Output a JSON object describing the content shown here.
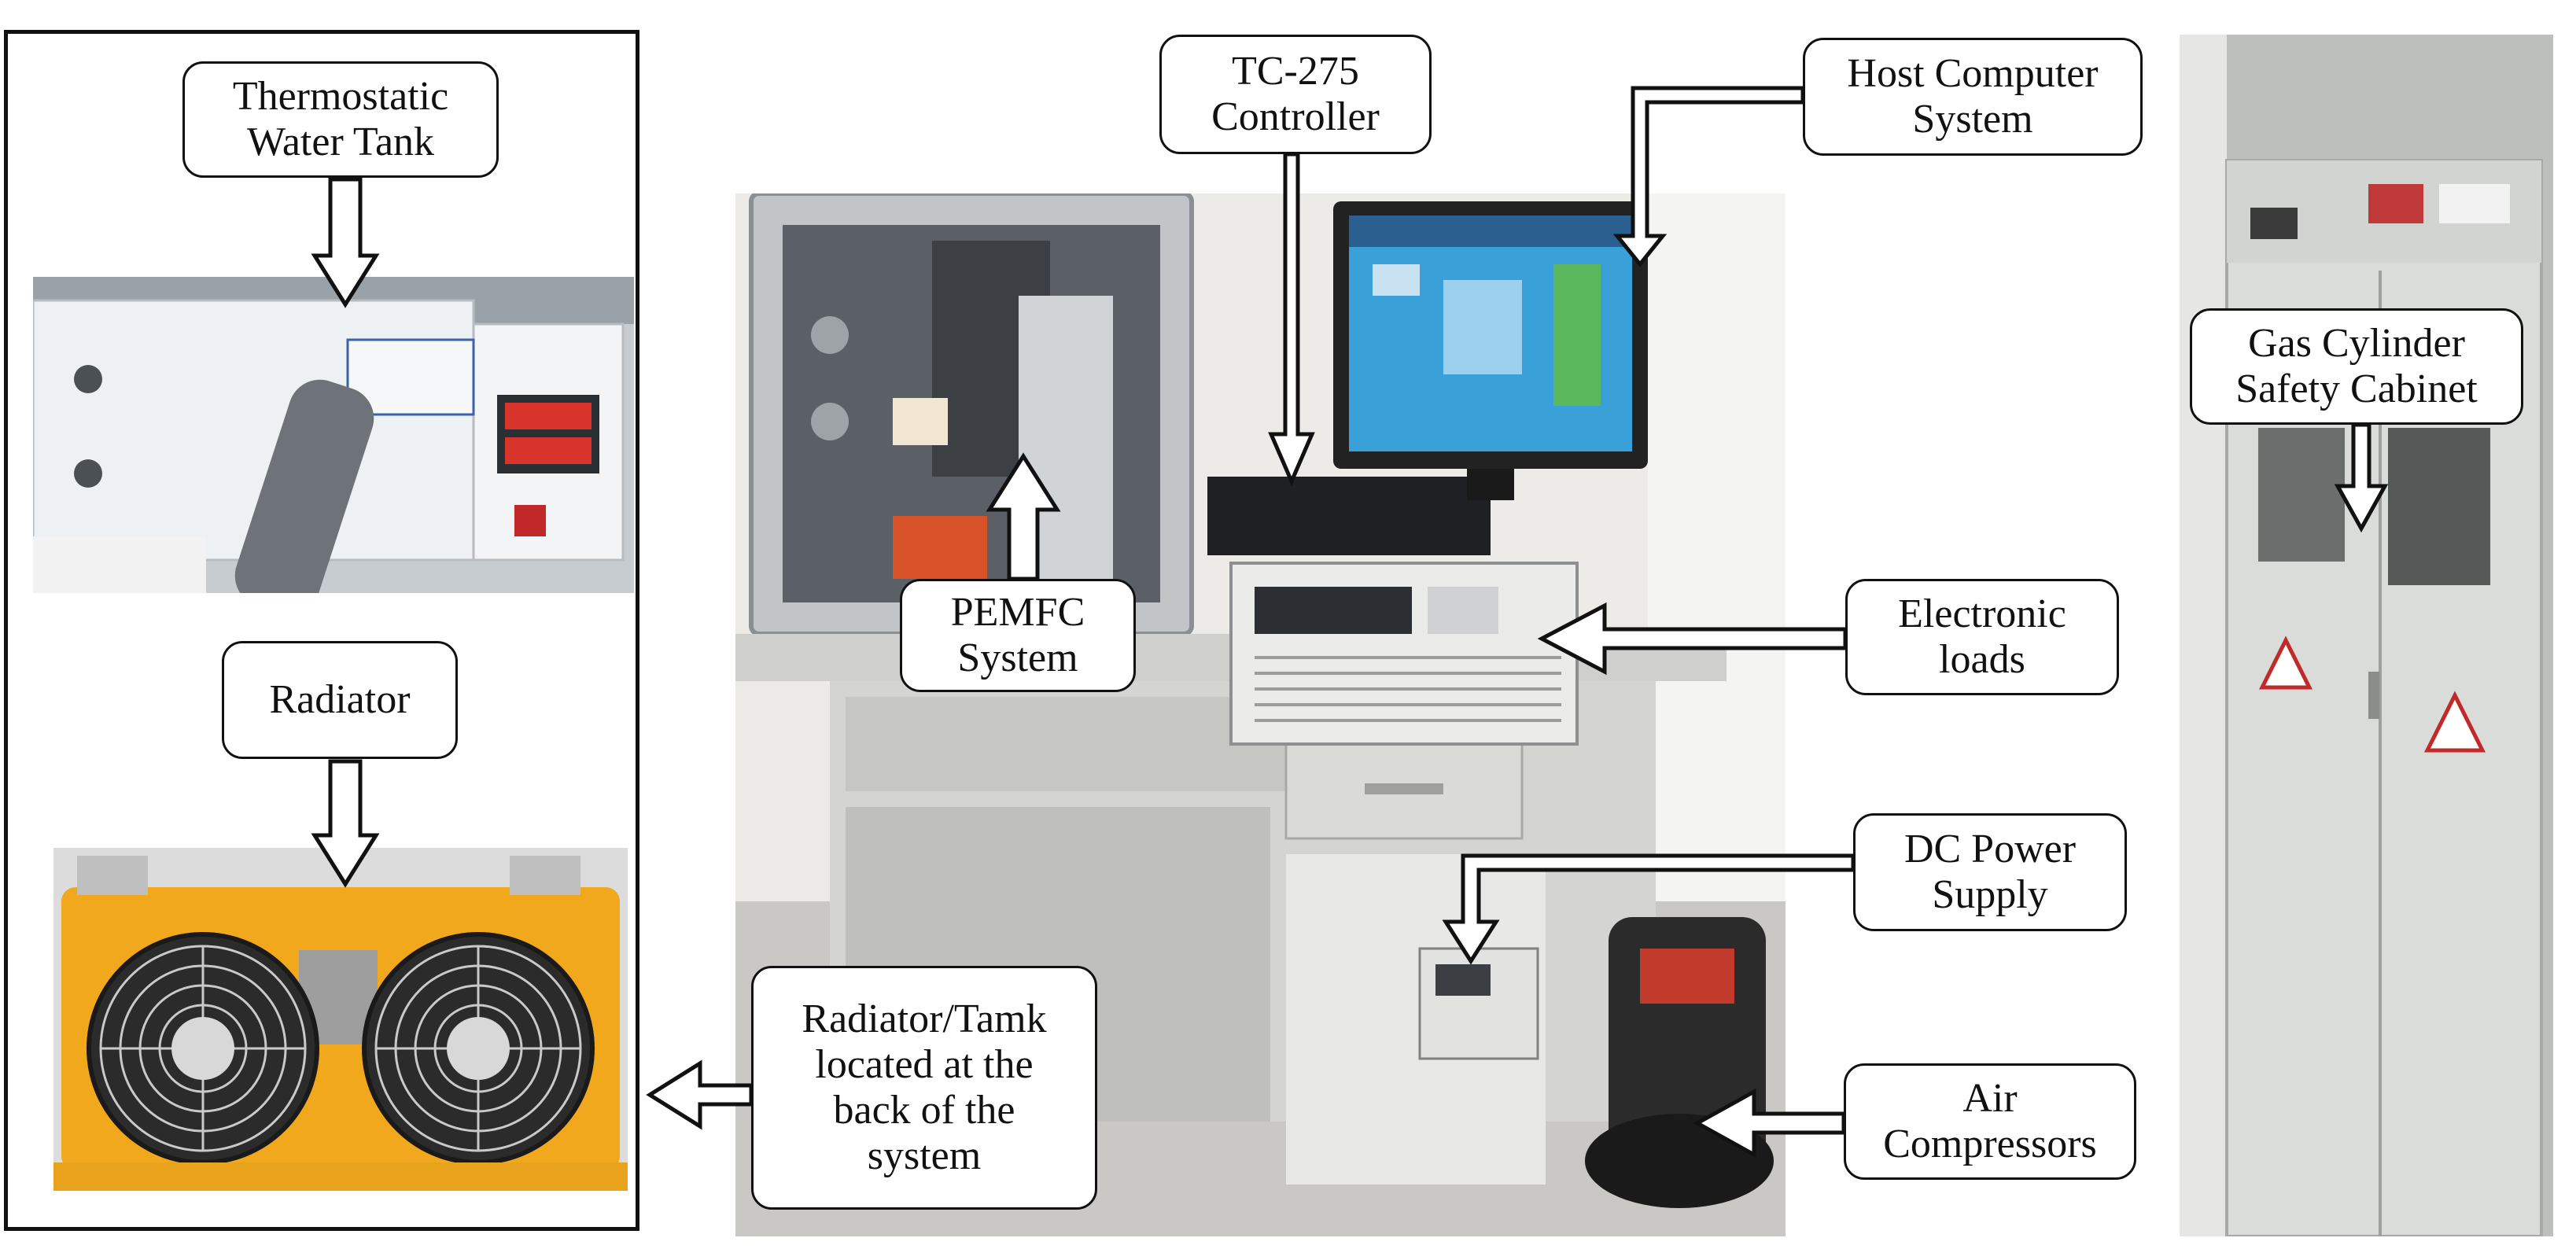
{
  "labels": {
    "thermostatic_water_tank": [
      "Thermostatic",
      "Water Tank"
    ],
    "radiator": [
      "Radiator"
    ],
    "tc275_controller": [
      "TC-275",
      "Controller"
    ],
    "host_computer_system": [
      "Host Computer",
      "System"
    ],
    "pemfc_system": [
      "PEMFC",
      "System"
    ],
    "electronic_loads": [
      "Electronic",
      "loads"
    ],
    "dc_power_supply": [
      "DC Power",
      "Supply"
    ],
    "air_compressors": [
      "Air",
      "Compressors"
    ],
    "radiator_tank_note": [
      "Radiator/Tamk",
      "located at the",
      "back of the",
      "system"
    ],
    "gas_cylinder_safety_cabinet": [
      "Gas Cylinder",
      "Safety Cabinet"
    ]
  },
  "colors": {
    "label_border": "#111111",
    "arrow_fill": "#ffffff",
    "radiator_body": "#f2a81d",
    "tank_body": "#e8ecef",
    "cabinet_body": "#d9dcd8",
    "bench_body": "#d6d7d5",
    "monitor_screen": "#3aa0d8"
  }
}
